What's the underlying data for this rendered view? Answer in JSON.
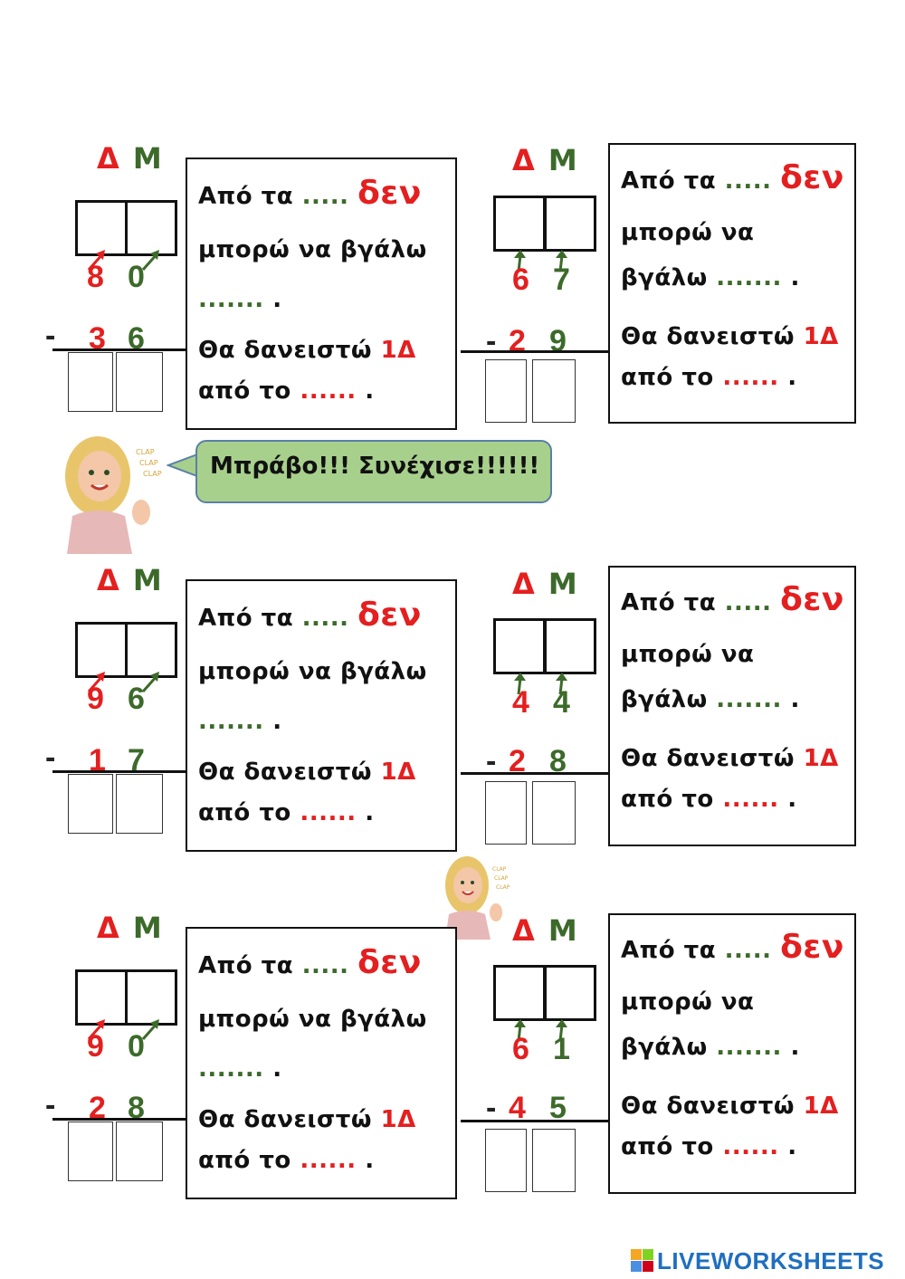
{
  "header": {
    "tens": "Δ",
    "units": "Μ"
  },
  "minus_sign": "-",
  "text": {
    "from_the": "Από τα",
    "dots_green_short": ".....",
    "not": "δεν",
    "i_can": "μπορώ",
    "to": "να",
    "take_out": "βγάλω",
    "dots_green_long": ".......",
    "period": ".",
    "will_borrow": "Θα δανειστώ",
    "one_ten": "1Δ",
    "from_the_2": "από το",
    "dots_red": "......"
  },
  "problems": [
    {
      "top_tens": "8",
      "top_units": "0",
      "bottom_tens": "3",
      "bottom_units": "6"
    },
    {
      "top_tens": "6",
      "top_units": "7",
      "bottom_tens": "2",
      "bottom_units": "9"
    },
    {
      "top_tens": "9",
      "top_units": "6",
      "bottom_tens": "1",
      "bottom_units": "7"
    },
    {
      "top_tens": "4",
      "top_units": "4",
      "bottom_tens": "2",
      "bottom_units": "8"
    },
    {
      "top_tens": "9",
      "top_units": "0",
      "bottom_tens": "2",
      "bottom_units": "8"
    },
    {
      "top_tens": "6",
      "top_units": "1",
      "bottom_tens": "4",
      "bottom_units": "5"
    }
  ],
  "speech_bubble": "Μπράβο!!! Συνέχισε!!!!!!",
  "logo": "LIVEWORKSHEETS",
  "colors": {
    "red": "#e41f1f",
    "green": "#3c6a2a",
    "bubble": "#a8d08d"
  }
}
